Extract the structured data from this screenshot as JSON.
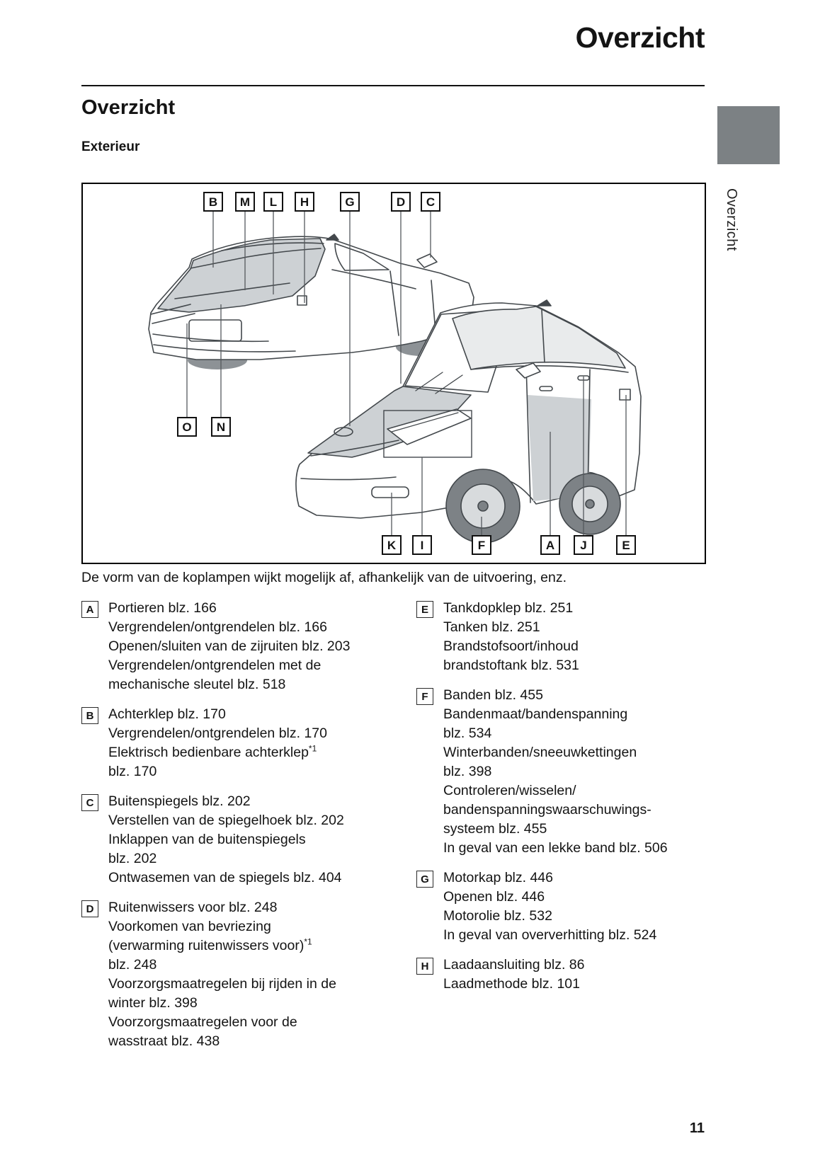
{
  "header": {
    "title": "Overzicht",
    "page_number": "11"
  },
  "sidebar": {
    "tab_label": "Overzicht"
  },
  "content": {
    "section_title": "Overzicht",
    "subsection_title": "Exterieur",
    "note": "De vorm van de koplampen wijkt mogelijk af, afhankelijk van de uitvoering, enz."
  },
  "figure": {
    "labels_top": [
      "B",
      "M",
      "L",
      "H",
      "G",
      "D",
      "C"
    ],
    "labels_mid": [
      "O",
      "N"
    ],
    "labels_bottom": [
      "K",
      "I",
      "F",
      "A",
      "J",
      "E"
    ]
  },
  "colors": {
    "chapter_tab": "#7c8184",
    "panel_shade": "#cdd1d4"
  },
  "legend": {
    "left": [
      {
        "key": "A",
        "lines": [
          "Portieren blz. 166",
          "Vergrendelen/ontgrendelen blz. 166",
          "Openen/sluiten van de zijruiten blz. 203",
          "Vergrendelen/ontgrendelen met de",
          "mechanische sleutel blz. 518"
        ]
      },
      {
        "key": "B",
        "lines": [
          "Achterklep blz. 170",
          "Vergrendelen/ontgrendelen blz. 170",
          [
            "Elektrisch bedienbare achterklep",
            {
              "sup": "*1"
            }
          ],
          "blz. 170"
        ]
      },
      {
        "key": "C",
        "lines": [
          "Buitenspiegels blz. 202",
          "Verstellen van de spiegelhoek blz. 202",
          "Inklappen van de buitenspiegels",
          "blz. 202",
          "Ontwasemen van de spiegels blz. 404"
        ]
      },
      {
        "key": "D",
        "lines": [
          "Ruitenwissers voor blz. 248",
          "Voorkomen van bevriezing",
          [
            "(verwarming ruitenwissers voor)",
            {
              "sup": "*1"
            }
          ],
          "blz. 248",
          "Voorzorgsmaatregelen bij rijden in de",
          "winter blz. 398",
          "Voorzorgsmaatregelen voor de",
          "wasstraat blz. 438"
        ]
      }
    ],
    "right": [
      {
        "key": "E",
        "lines": [
          "Tankdopklep blz. 251",
          "Tanken blz. 251",
          "Brandstofsoort/inhoud",
          "brandstoftank blz. 531"
        ]
      },
      {
        "key": "F",
        "lines": [
          "Banden blz. 455",
          "Bandenmaat/bandenspanning",
          "blz. 534",
          "Winterbanden/sneeuwkettingen",
          "blz. 398",
          "Controleren/wisselen/",
          "bandenspanningswaarschuwings-",
          "systeem blz. 455",
          "In geval van een lekke band blz. 506"
        ]
      },
      {
        "key": "G",
        "lines": [
          "Motorkap blz. 446",
          "Openen blz. 446",
          "Motorolie blz. 532",
          "In geval van oververhitting blz. 524"
        ]
      },
      {
        "key": "H",
        "lines": [
          "Laadaansluiting blz. 86",
          "Laadmethode blz. 101"
        ]
      }
    ]
  }
}
